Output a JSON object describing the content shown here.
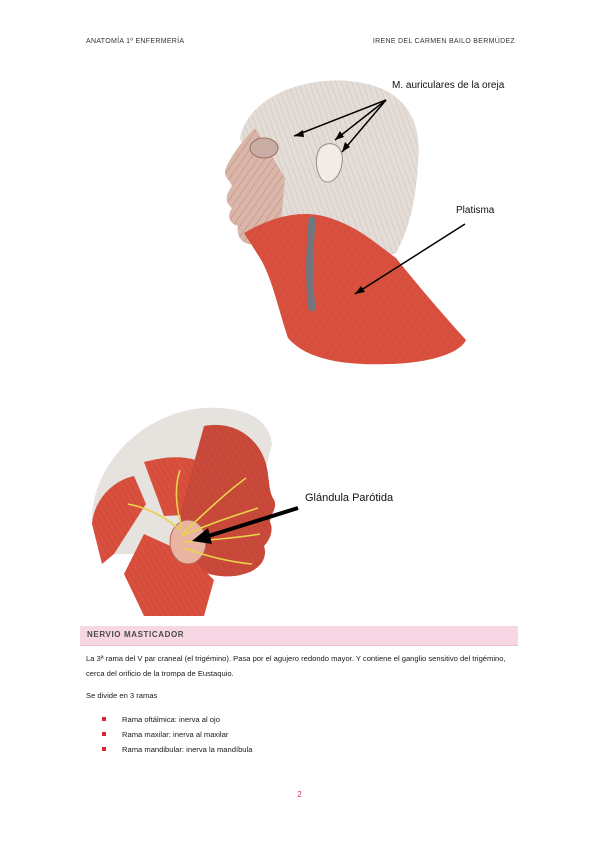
{
  "header": {
    "left": "ANATOMÍA 1º ENFERMERÍA",
    "right": "IRENE DEL CARMEN BAILO BERMÚDEZ"
  },
  "figure1": {
    "labels": {
      "auriculares": "M. auriculares de la oreja",
      "platisma": "Platisma"
    }
  },
  "figure2": {
    "labels": {
      "parotida": "Glándula Parótida"
    }
  },
  "section": {
    "title": "NERVIO MASTICADOR",
    "paragraph": "La 3ª rama del V par craneal (el trigémino). Pasa por el agujero redondo mayor. Y contiene el ganglio sensitivo del trigémino, cerca del orificio de la trompa de Eustaquio.",
    "intro": "Se divide en 3 ramas",
    "items": [
      "Rama oftálmica:  inerva al ojo",
      "Rama maxilar: inerva al maxilar",
      "Rama mandibular: inerva la mandíbula"
    ]
  },
  "page_number": "2",
  "colors": {
    "section_bg": "#f8d7e4",
    "bullet": "#d9252f",
    "page_number": "#d8286e",
    "muscle": "#d9503f"
  }
}
